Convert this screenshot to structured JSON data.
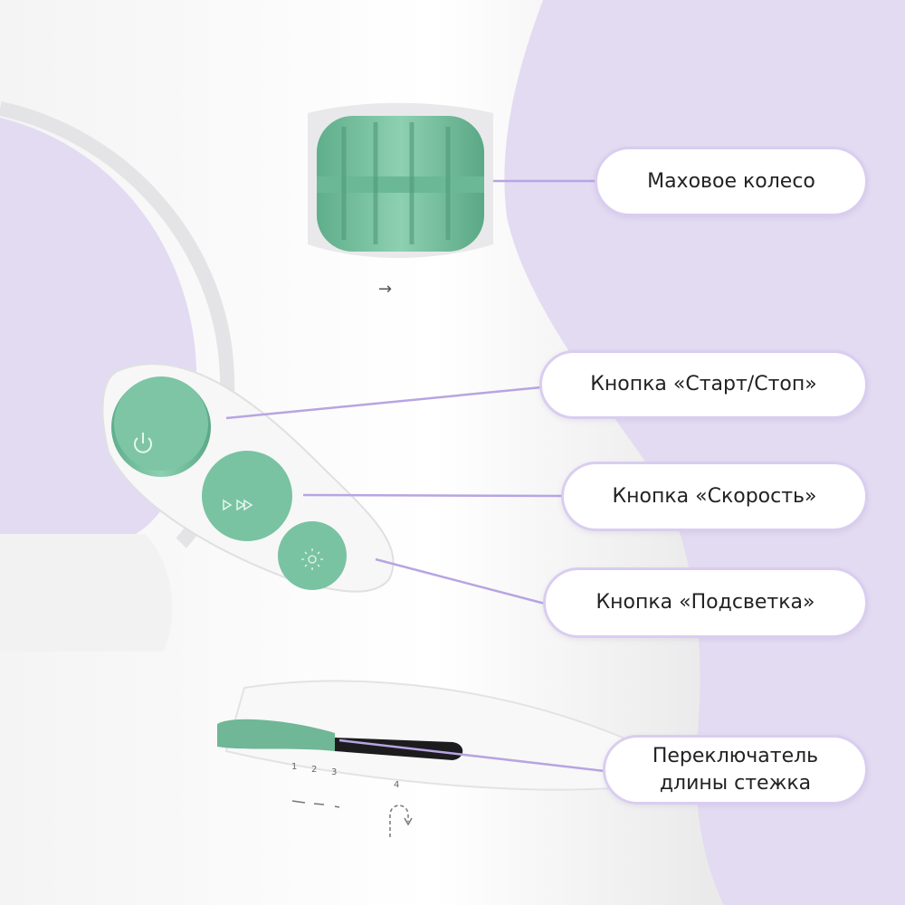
{
  "callouts": [
    {
      "id": "handwheel",
      "label": "Маховое колесо"
    },
    {
      "id": "start-stop",
      "label": "Кнопка «Старт/Стоп»"
    },
    {
      "id": "speed",
      "label": "Кнопка «Скорость»"
    },
    {
      "id": "light",
      "label": "Кнопка «Подсветка»"
    },
    {
      "id": "stitch-length",
      "label_line1": "Переключатель",
      "label_line2": "длины стежка"
    }
  ],
  "stitch_scale": [
    "1",
    "2",
    "3",
    "4"
  ],
  "direction_arrow": "→",
  "colors": {
    "background": "#e3dbf2",
    "body": "#ffffff",
    "accent_green": "#76c1a0",
    "leader_line": "#b8a4e2"
  }
}
